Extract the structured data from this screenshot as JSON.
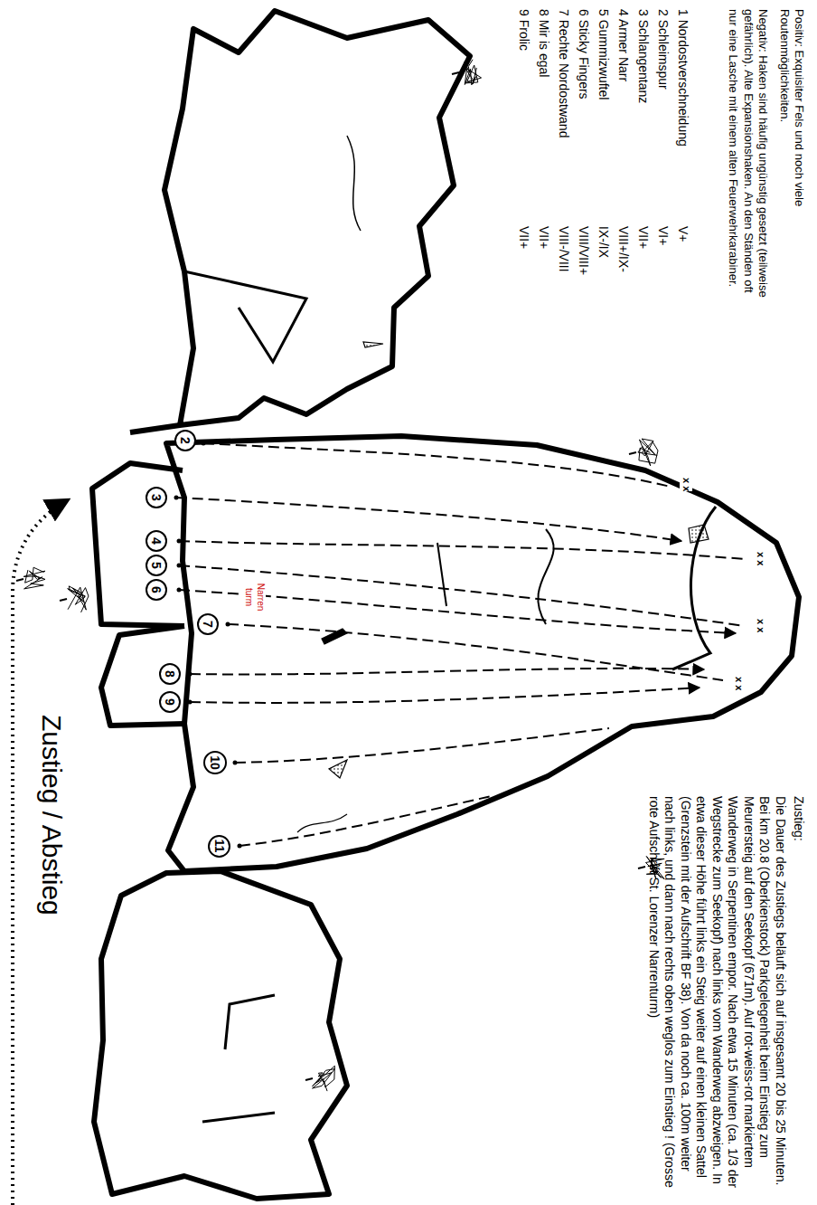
{
  "diagram": {
    "nodes": [
      {
        "text": [
          "2"
        ]
      },
      {
        "text": [
          "3"
        ]
      },
      {
        "text": [
          "4"
        ]
      },
      {
        "text": [
          "5"
        ]
      },
      {
        "text": [
          "6"
        ]
      },
      {
        "text": [
          "7"
        ]
      },
      {
        "text": [
          "8"
        ]
      },
      {
        "text": [
          "9"
        ]
      },
      {
        "text": [
          "10"
        ]
      },
      {
        "text": [
          "11"
        ]
      }
    ],
    "labels": [
      "Positiv: Exquisiter Fels und noch viele Routenmöglichkeiten.",
      "Negativ: Haken sind häufig ungünstig gesetzt (teilweise gefährlich). Alte Expansionshaken. An den Ständen oft nur eine Lasche mit einem alten Feuerwehrkarabiner.",
      "1 Nordostverschneidung",
      "V+",
      "2 Schleimspur",
      "VI+",
      "3 Schlangentanz",
      "VII+",
      "4 Armer Narr",
      "VIII+/IX-",
      "5 Gummizwuftel",
      "IX-/IX",
      "6 Sticky Fingers",
      "VIII/VIII+",
      "7 Rechte Nordostwand",
      "VIII-/VIII",
      "8 Mir is egal",
      "VII+",
      "9 Frolic",
      "VII+",
      "Zustieg:",
      "Die Dauer des Zustiegs beläuft sich auf insgesamt 20 bis 25 Minuten. Bei km 20.8 (Oberkienstock) Parkgelegenheit beim Einstieg zum Meurersteig auf den Seekopf (671m). Auf rot-weiss-rot markiertem Wanderweg in Serpentinen empor. Nach etwa 15 Minuten (ca. 1/3 der Wegstrecke zum Seekopf) nach links vom Wanderweg abzweigen. In etwa dieser Höhe führt links ein Steig weiter auf einen kleinen Sattel (Grenzstein mit der Aufschrift BF 38). Von da noch ca. 100m weiter nach links, und dann nach rechts oben weglos zum Einstieg ! (Grosse rote Aufschrift St. Lorenzer Narrenturm)",
      "Narren turm",
      "x x",
      "x x",
      "x x",
      "x x",
      "Zustieg / Abstieg"
    ]
  }
}
